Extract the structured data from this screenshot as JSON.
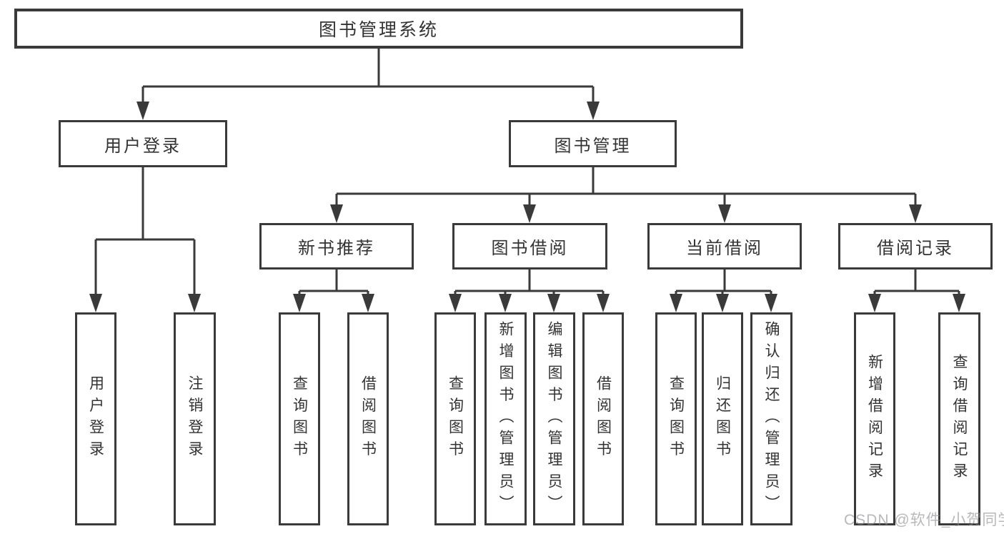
{
  "colors": {
    "line": "#3a3a3a",
    "box_fill": "#ffffff",
    "text": "#333333",
    "watermark": "#8c8c91"
  },
  "nodes": {
    "root": "图书管理系统",
    "user_login": "用户登录",
    "book_management": "图书管理",
    "user_login_leaf": "用户登录",
    "logout_leaf": "注销登录",
    "new_book_recommend": "新书推荐",
    "book_borrow": "图书借阅",
    "current_borrow": "当前借阅",
    "borrow_records": "借阅记录",
    "nbr_query_books": "查询图书",
    "nbr_borrow_books": "借阅图书",
    "bb_query_books": "查询图书",
    "bb_add_books_admin": "新增图书（管理员）",
    "bb_edit_books_admin": "编辑图书（管理员）",
    "bb_borrow_books": "借阅图书",
    "cb_query_books": "查询图书",
    "cb_return_books": "归还图书",
    "cb_confirm_return_admin": "确认归还（管理员）",
    "br_add_record": "新增借阅记录",
    "br_query_record": "查询借阅记录"
  },
  "watermark": "CSDN @软件_小贺同学"
}
